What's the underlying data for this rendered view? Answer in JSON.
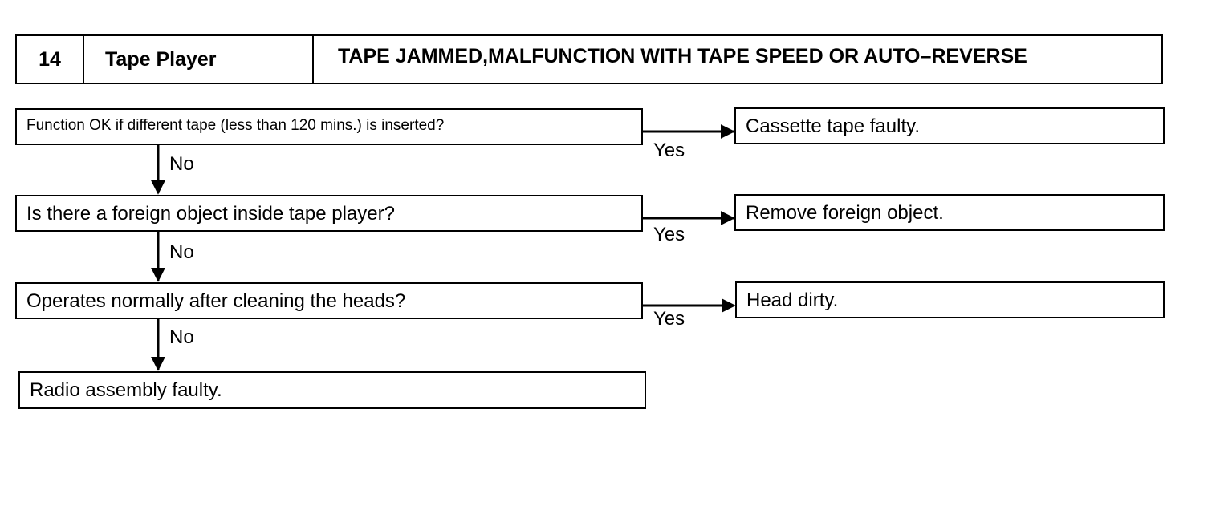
{
  "header": {
    "number": "14",
    "system": "Tape Player",
    "title": "TAPE JAMMED,MALFUNCTION WITH TAPE SPEED OR AUTO–REVERSE"
  },
  "steps": [
    {
      "question": "Function OK if different tape (less than 120 mins.) is inserted?",
      "yes_result": "Cassette tape faulty.",
      "yes_label": "Yes",
      "no_label": "No"
    },
    {
      "question": "Is there a foreign object inside tape player?",
      "yes_result": "Remove foreign object.",
      "yes_label": "Yes",
      "no_label": "No"
    },
    {
      "question": "Operates normally after cleaning the heads?",
      "yes_result": "Head dirty.",
      "yes_label": "Yes",
      "no_label": "No"
    }
  ],
  "final_result": "Radio assembly faulty."
}
